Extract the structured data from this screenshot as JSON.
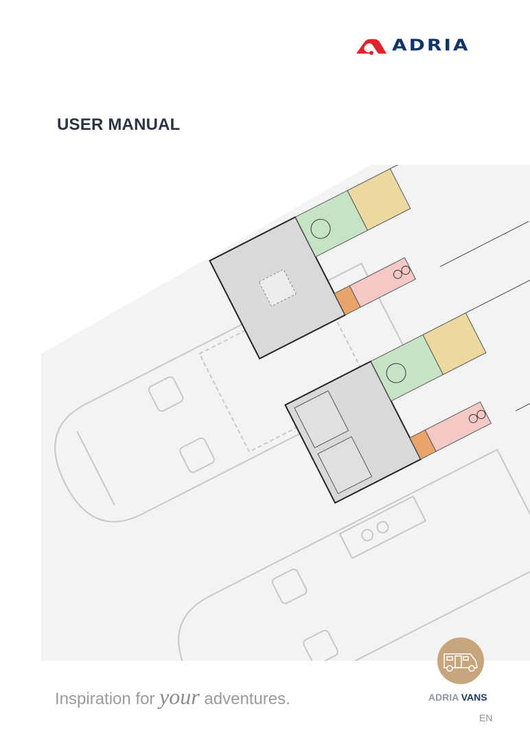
{
  "brand": {
    "logo_text": "ADRIA",
    "colors": {
      "red": "#e3232a",
      "navy": "#0e3468"
    }
  },
  "title": "USER MANUAL",
  "tagline": {
    "before": "Inspiration for ",
    "emphasis": "your",
    "after": " adventures."
  },
  "product_line": {
    "part1": "ADRIA",
    "part2": "VANS",
    "icon": "camper-van-icon"
  },
  "language": "EN"
}
